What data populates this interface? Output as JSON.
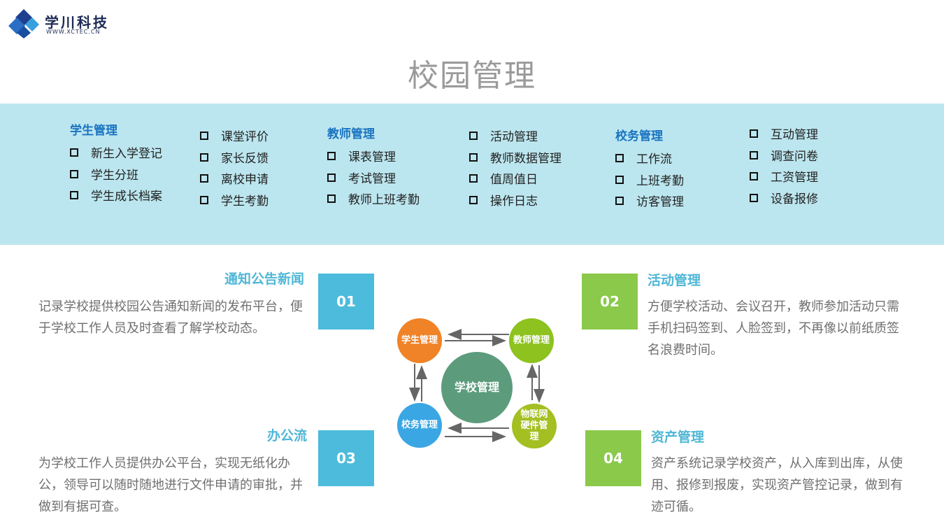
{
  "logo": {
    "name": "学川科技",
    "sub": "WWW.XCTEC.CN"
  },
  "title": "校园管理",
  "colors": {
    "band": "#bce6ef",
    "accent_blue": "#4dbbdc",
    "accent_green": "#8ac94a",
    "head_blue": "#1a74c0"
  },
  "modules": [
    {
      "head": "学生管理",
      "items": [
        "新生入学登记",
        "学生分班",
        "学生成长档案"
      ]
    },
    {
      "head": "",
      "items": [
        "课堂评价",
        "家长反馈",
        "离校申请",
        "学生考勤"
      ]
    },
    {
      "head": "教师管理",
      "items": [
        "课表管理",
        "考试管理",
        "教师上班考勤"
      ]
    },
    {
      "head": "",
      "items": [
        "活动管理",
        "教师数据管理",
        "值周值日",
        "操作日志"
      ]
    },
    {
      "head": "校务管理",
      "items": [
        "工作流",
        "上班考勤",
        "访客管理"
      ]
    },
    {
      "head": "",
      "items": [
        "互动管理",
        "调查问卷",
        "工资管理",
        "设备报修"
      ]
    }
  ],
  "features": [
    {
      "num": "01",
      "title": "通知公告新闻",
      "desc": "记录学校提供校园公告通知新闻的发布平台，便于学校工作人员及时查看了解学校动态。"
    },
    {
      "num": "02",
      "title": "活动管理",
      "desc": "方便学校活动、会议召开，教师参加活动只需手机扫码签到、人脸签到，不再像以前纸质签名浪费时间。"
    },
    {
      "num": "03",
      "title": "办公流",
      "desc": "为学校工作人员提供办公平台，实现无纸化办公，领导可以随时随地进行文件申请的审批，并做到有据可查。"
    },
    {
      "num": "04",
      "title": "资产管理",
      "desc": "资产系统记录学校资产，从入库到出库，从使用、报修到报废，实现资产管控记录，做到有迹可循。"
    }
  ],
  "diagram": {
    "center": "学校管理",
    "nodes": [
      {
        "label": "学生管理",
        "color": "#f08228"
      },
      {
        "label": "教师管理",
        "color": "#8dc21f"
      },
      {
        "label": "校务管理",
        "color": "#3aa6e4"
      },
      {
        "label": "物联网硬件管理",
        "color": "#a3bf22"
      }
    ],
    "center_color": "#5c9c7c"
  }
}
